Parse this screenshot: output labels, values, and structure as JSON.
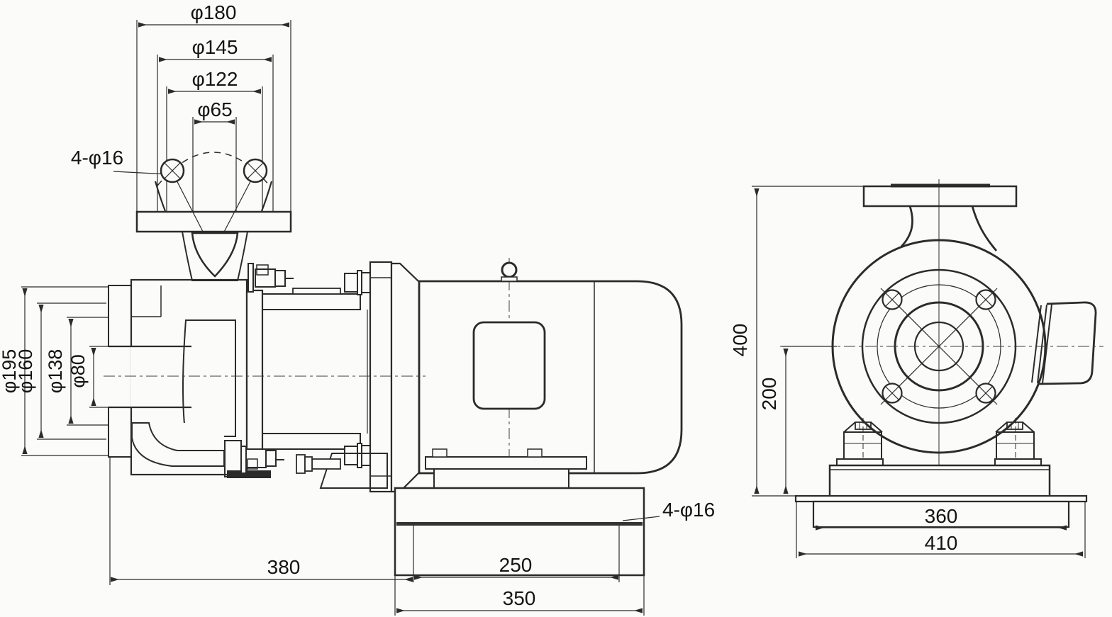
{
  "drawing": {
    "kind": "pump-outline-sectional-drawing",
    "left_view": {
      "top_diameter_dims": [
        "φ180",
        "φ145",
        "φ122",
        "φ65"
      ],
      "flange_bolt_callout": "4-φ16",
      "side_diameter_dims": [
        "φ195",
        "φ160",
        "φ138",
        "φ80"
      ],
      "bottom_dims": {
        "flange_to_bolt": "380",
        "bolt_spacing": "250",
        "base_length": "350"
      },
      "base_bolt_callout": "4-φ16"
    },
    "right_view": {
      "height_total": "400",
      "height_centerline": "200",
      "base_inner_width": "360",
      "base_outer_width": "410"
    },
    "line_color": "#2b2b2b",
    "paper_color": "#fbfbf9"
  }
}
